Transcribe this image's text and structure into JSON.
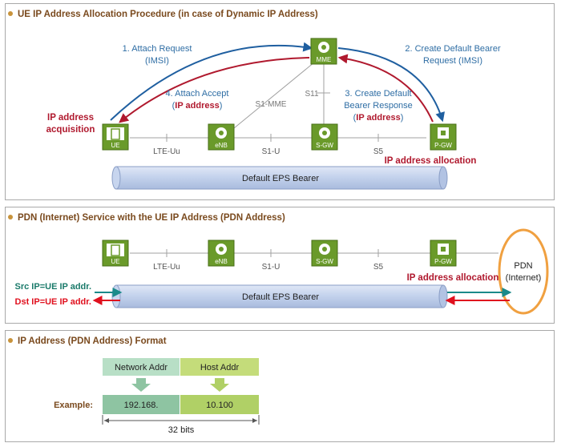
{
  "panel1": {
    "title": "UE IP Address Allocation Procedure (in case of Dynamic IP Address)",
    "nodes": {
      "ue": "UE",
      "enb": "eNB",
      "sgw": "S-GW",
      "pgw": "P-GW",
      "mme": "MME"
    },
    "interfaces": {
      "lte_uu": "LTE-Uu",
      "s1u": "S1-U",
      "s5": "S5",
      "s1mme": "S1-MME",
      "s11": "S11"
    },
    "msg1": {
      "line1": "1. Attach Request",
      "line2": "(IMSI)"
    },
    "msg2": {
      "line1": "2. Create Default Bearer",
      "line2": "Request (IMSI)"
    },
    "msg3": {
      "line1": "3. Create Default",
      "line2": "Bearer Response",
      "paren_open": "(",
      "ip": "IP address",
      "paren_close": ")"
    },
    "msg4": {
      "line1": "4. Attach Accept",
      "paren_open": "(",
      "ip": "IP address",
      "paren_close": ")"
    },
    "ip_acq": {
      "line1": "IP address",
      "line2": "acquisition"
    },
    "ip_alloc": "IP address allocation",
    "bearer": "Default EPS Bearer"
  },
  "panel2": {
    "title": "PDN (Internet) Service with the UE IP Address (PDN Address)",
    "nodes": {
      "ue": "UE",
      "enb": "eNB",
      "sgw": "S-GW",
      "pgw": "P-GW"
    },
    "interfaces": {
      "lte_uu": "LTE-Uu",
      "s1u": "S1-U",
      "s5": "S5"
    },
    "pdn": {
      "line1": "PDN",
      "line2": "(Internet)"
    },
    "ip_alloc": "IP address allocation",
    "src": "Src IP=UE IP addr.",
    "dst": "Dst IP=UE IP addr.",
    "bearer": "Default EPS Bearer"
  },
  "panel3": {
    "title": "IP Address (PDN Address) Format",
    "network": "Network Addr",
    "host": "Host Addr",
    "example_label": "Example:",
    "example_network": "192.168.",
    "example_host": "10.100",
    "bits": "32 bits"
  },
  "colors": {
    "blue": "#2e6da4",
    "red": "#b0192e",
    "green": "#6a9a2a",
    "title": "#7a4a1e",
    "bearer": "#c7d5ee"
  }
}
